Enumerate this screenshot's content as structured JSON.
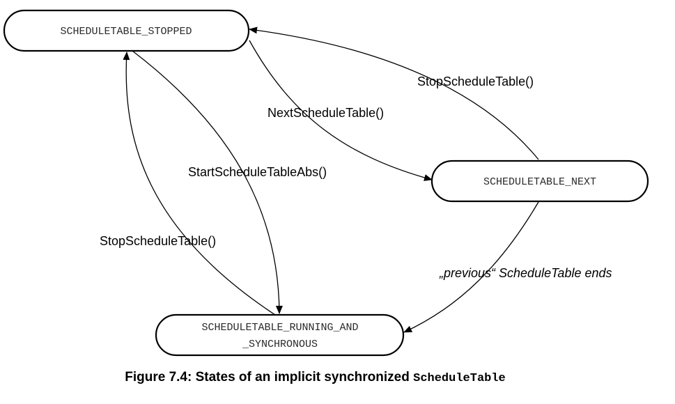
{
  "states": {
    "stopped": "SCHEDULETABLE_STOPPED",
    "next": "SCHEDULETABLE_NEXT",
    "running_line1": "SCHEDULETABLE_RUNNING_AND",
    "running_line2": "_SYNCHRONOUS"
  },
  "transitions": {
    "stop_from_next": "StopScheduleTable()",
    "next_schedule": "NextScheduleTable()",
    "start_abs": "StartScheduleTableAbs()",
    "stop_from_running": "StopScheduleTable()",
    "previous_ends": "„previous“ ScheduleTable ends"
  },
  "caption": {
    "text": "Figure 7.4: States of an implicit synchronized",
    "code": "ScheduleTable"
  }
}
